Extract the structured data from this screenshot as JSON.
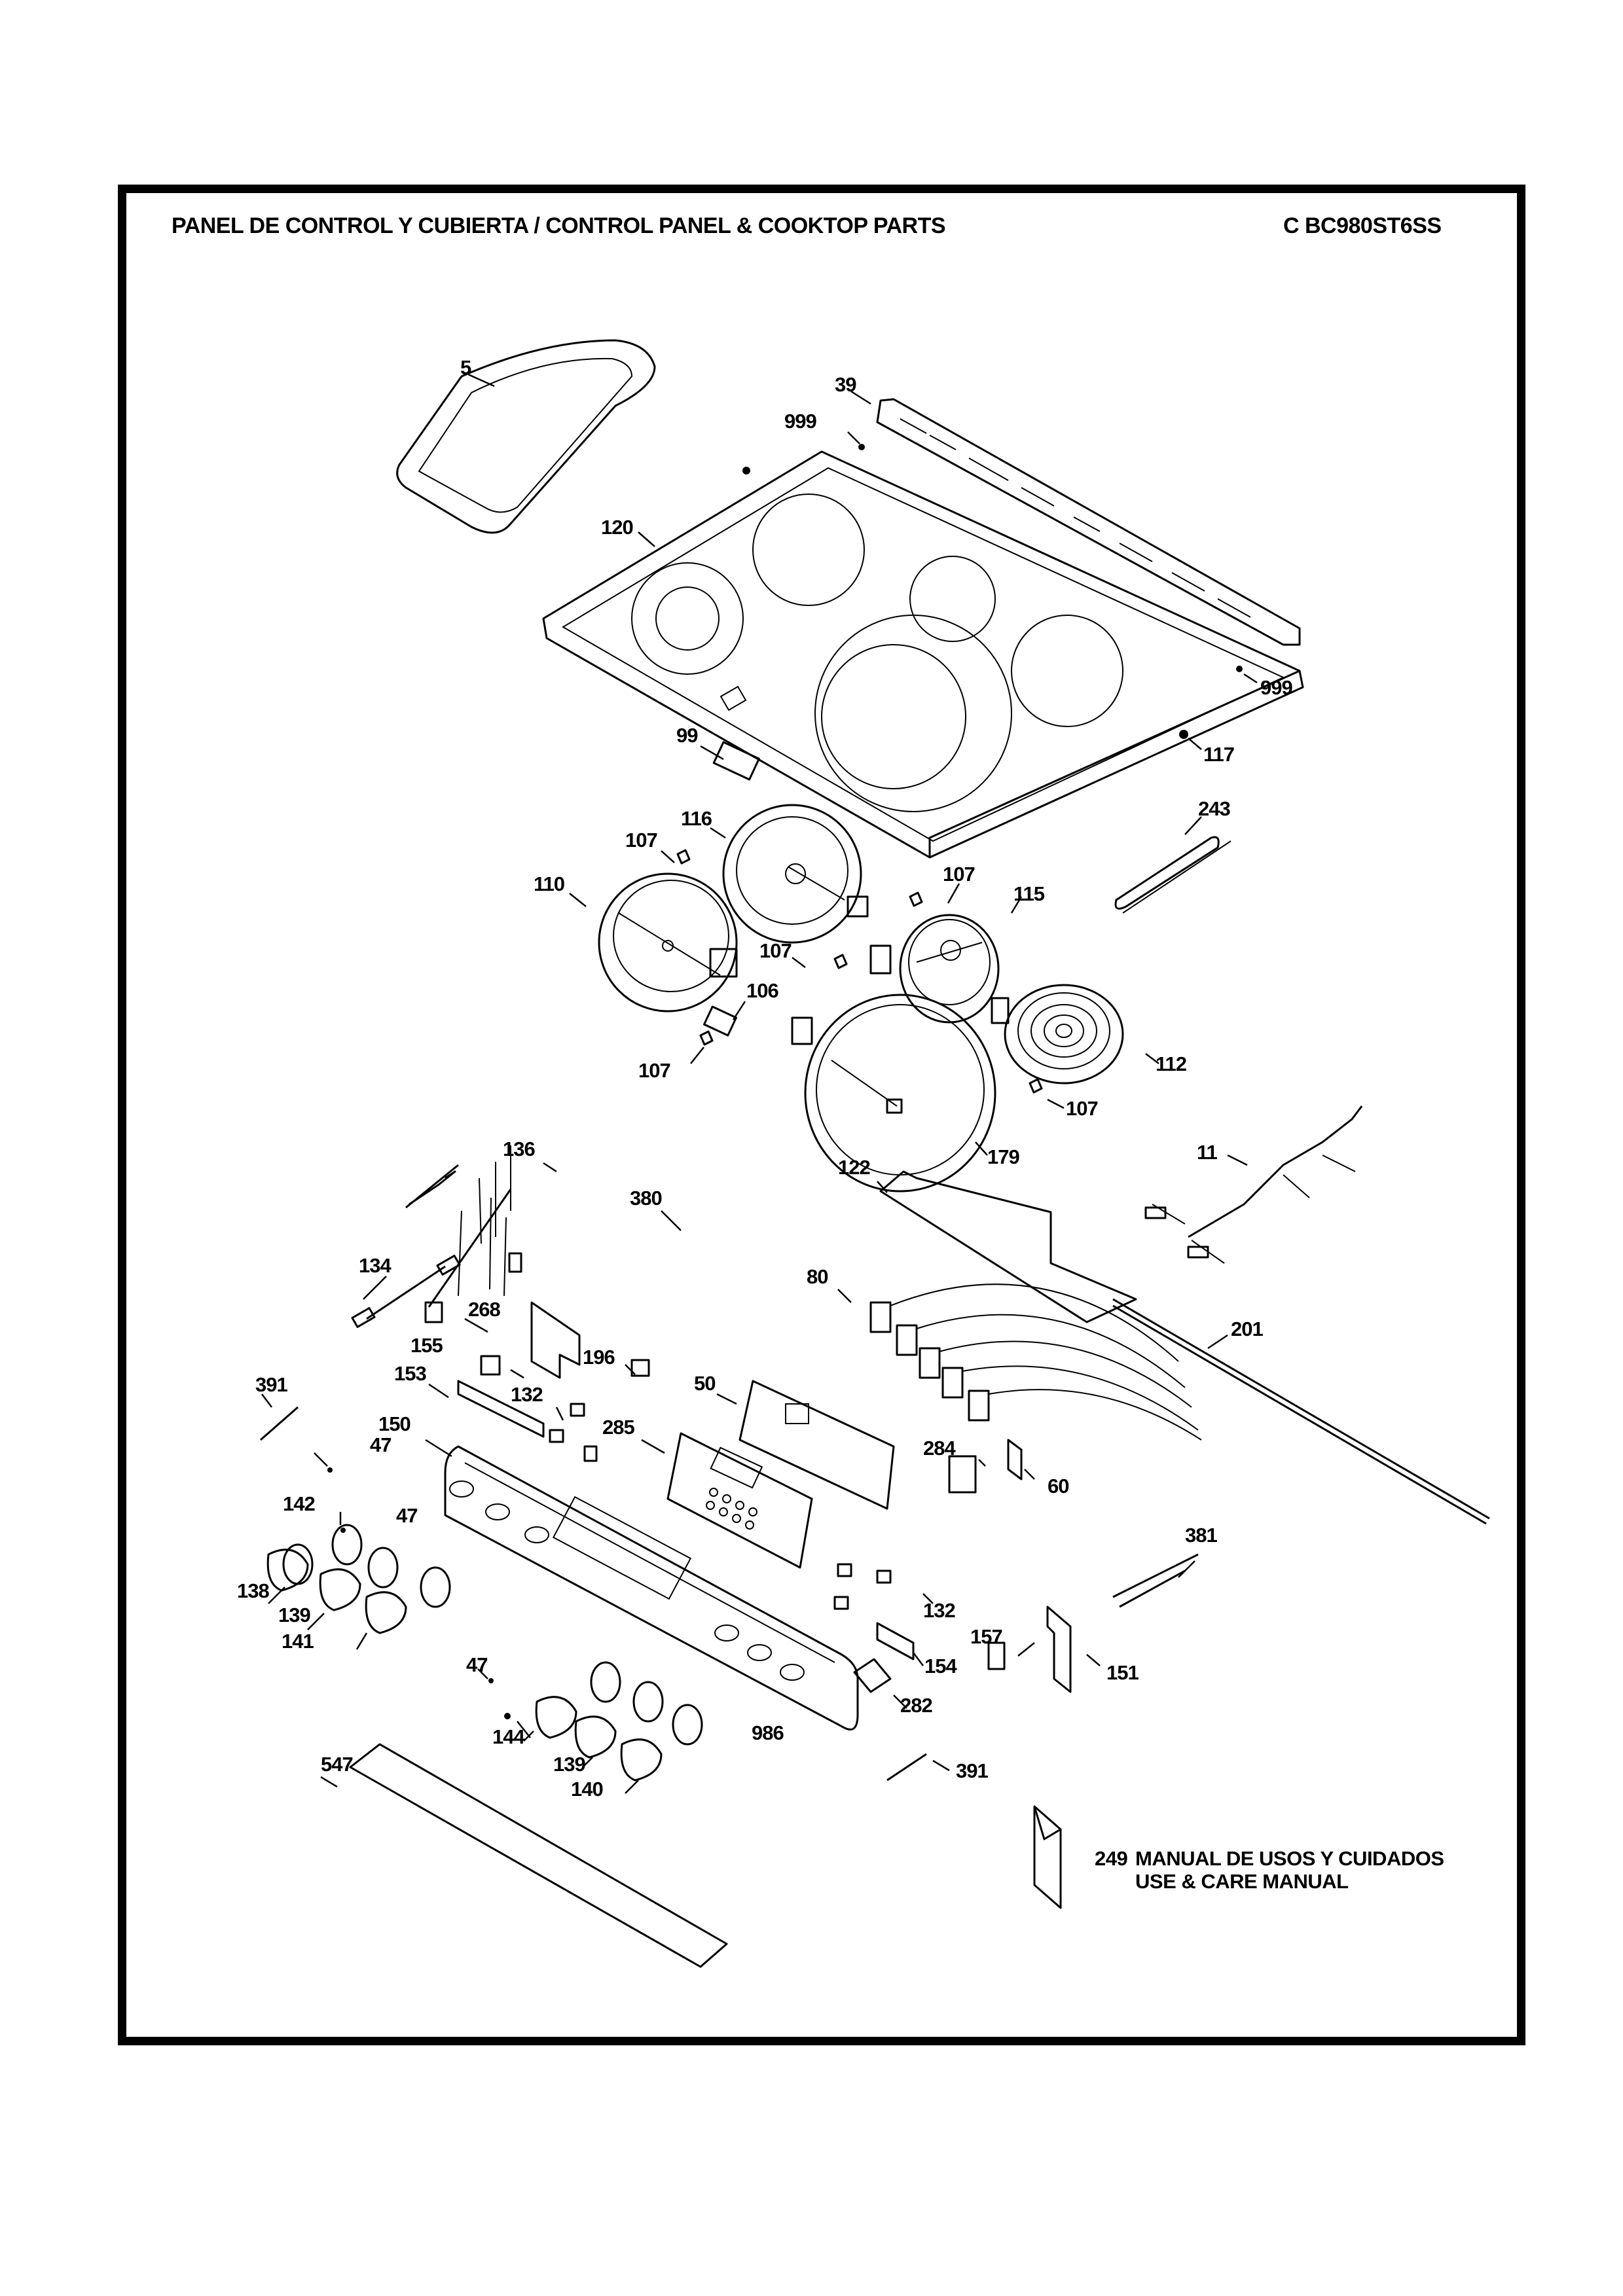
{
  "header": {
    "title": "PANEL DE CONTROL Y CUBIERTA / CONTROL PANEL & COOKTOP PARTS",
    "model": "C BC980ST6SS"
  },
  "manual": {
    "number": "249",
    "label_es": "MANUAL DE USOS Y CUIDADOS",
    "label_en": "USE & CARE MANUAL"
  },
  "callouts": [
    {
      "id": "5",
      "part": "griddle"
    },
    {
      "id": "39",
      "part": "rear-trim"
    },
    {
      "id": "999",
      "part": "screw-rear"
    },
    {
      "id": "120",
      "part": "cooktop-glass"
    },
    {
      "id": "999",
      "part": "screw-side"
    },
    {
      "id": "117",
      "part": "screw"
    },
    {
      "id": "99",
      "part": "terminal-block"
    },
    {
      "id": "243",
      "part": "warming-element"
    },
    {
      "id": "116",
      "part": "element-large"
    },
    {
      "id": "107",
      "part": "clip-1"
    },
    {
      "id": "110",
      "part": "element-dual"
    },
    {
      "id": "107",
      "part": "clip-2"
    },
    {
      "id": "115",
      "part": "element-small"
    },
    {
      "id": "107",
      "part": "clip-3"
    },
    {
      "id": "106",
      "part": "bracket"
    },
    {
      "id": "107",
      "part": "clip-4"
    },
    {
      "id": "112",
      "part": "element-coil"
    },
    {
      "id": "107",
      "part": "clip-5"
    },
    {
      "id": "179",
      "part": "element-bridge"
    },
    {
      "id": "136",
      "part": "harness-136"
    },
    {
      "id": "380",
      "part": "harness-380"
    },
    {
      "id": "122",
      "part": "insulation"
    },
    {
      "id": "11",
      "part": "main-harness"
    },
    {
      "id": "134",
      "part": "harness-134"
    },
    {
      "id": "80",
      "part": "infinite-switches"
    },
    {
      "id": "201",
      "part": "wire-tube"
    },
    {
      "id": "268",
      "part": "insulation-268"
    },
    {
      "id": "155",
      "part": "bracket-155"
    },
    {
      "id": "196",
      "part": "switch-196"
    },
    {
      "id": "153",
      "part": "insulation-153"
    },
    {
      "id": "132",
      "part": "switch-132-a"
    },
    {
      "id": "50",
      "part": "control-board"
    },
    {
      "id": "391",
      "part": "ground-wire-a"
    },
    {
      "id": "150",
      "part": "control-panel"
    },
    {
      "id": "285",
      "part": "keypad"
    },
    {
      "id": "284",
      "part": "switch-284"
    },
    {
      "id": "60",
      "part": "plate-60"
    },
    {
      "id": "47",
      "part": "screw-47-a"
    },
    {
      "id": "142",
      "part": "bezel-142"
    },
    {
      "id": "47",
      "part": "screw-47-b"
    },
    {
      "id": "381",
      "part": "harness-381"
    },
    {
      "id": "138",
      "part": "knob-138"
    },
    {
      "id": "139",
      "part": "knob-139-a"
    },
    {
      "id": "141",
      "part": "knob-141"
    },
    {
      "id": "132",
      "part": "switch-132-b"
    },
    {
      "id": "157",
      "part": "bracket-157"
    },
    {
      "id": "154",
      "part": "insulation-154"
    },
    {
      "id": "151",
      "part": "insulation-151"
    },
    {
      "id": "47",
      "part": "screw-47-c"
    },
    {
      "id": "282",
      "part": "plate-282"
    },
    {
      "id": "144",
      "part": "knob-144"
    },
    {
      "id": "986",
      "part": "screw-986"
    },
    {
      "id": "139",
      "part": "knob-139-b"
    },
    {
      "id": "391",
      "part": "ground-wire-b"
    },
    {
      "id": "140",
      "part": "knob-140"
    },
    {
      "id": "547",
      "part": "shield-547"
    }
  ]
}
